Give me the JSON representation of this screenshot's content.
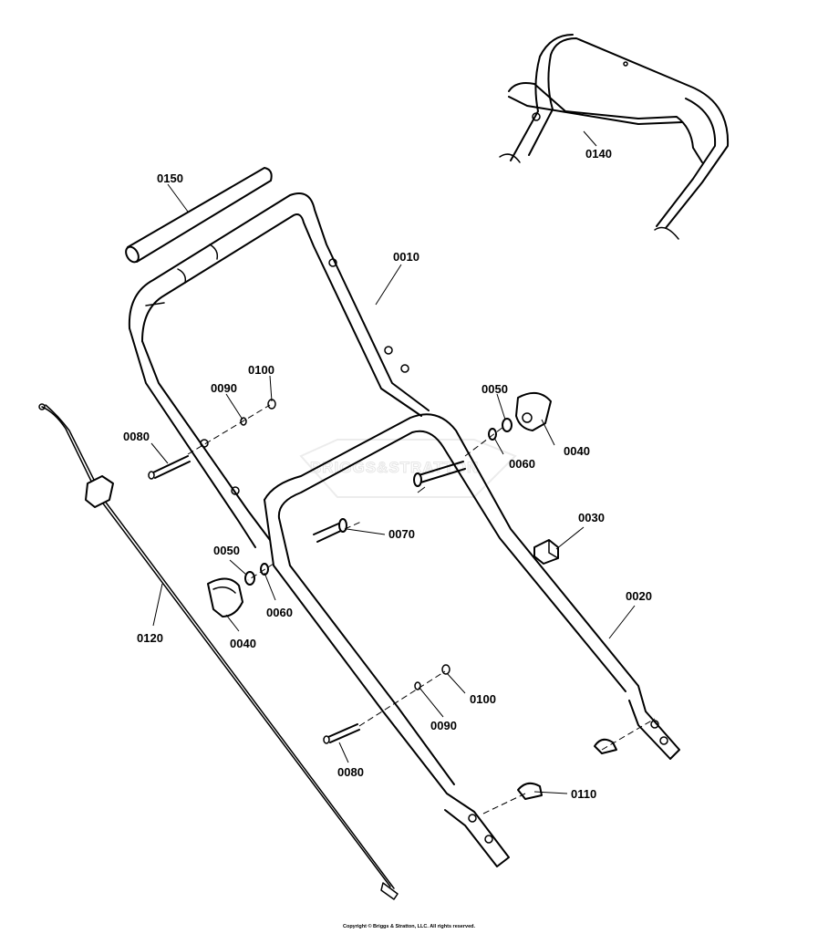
{
  "watermark": {
    "brand": "BRIGGS&STRATTON"
  },
  "copyright": "Copyright © Briggs & Stratton, LLC. All rights reserved.",
  "callouts": {
    "c0010": "0010",
    "c0020": "0020",
    "c0030": "0030",
    "c0040a": "0040",
    "c0040b": "0040",
    "c0050a": "0050",
    "c0050b": "0050",
    "c0060a": "0060",
    "c0060b": "0060",
    "c0070": "0070",
    "c0080a": "0080",
    "c0080b": "0080",
    "c0090a": "0090",
    "c0090b": "0090",
    "c0100a": "0100",
    "c0100b": "0100",
    "c0110": "0110",
    "c0120": "0120",
    "c0140": "0140",
    "c0150": "0150"
  }
}
